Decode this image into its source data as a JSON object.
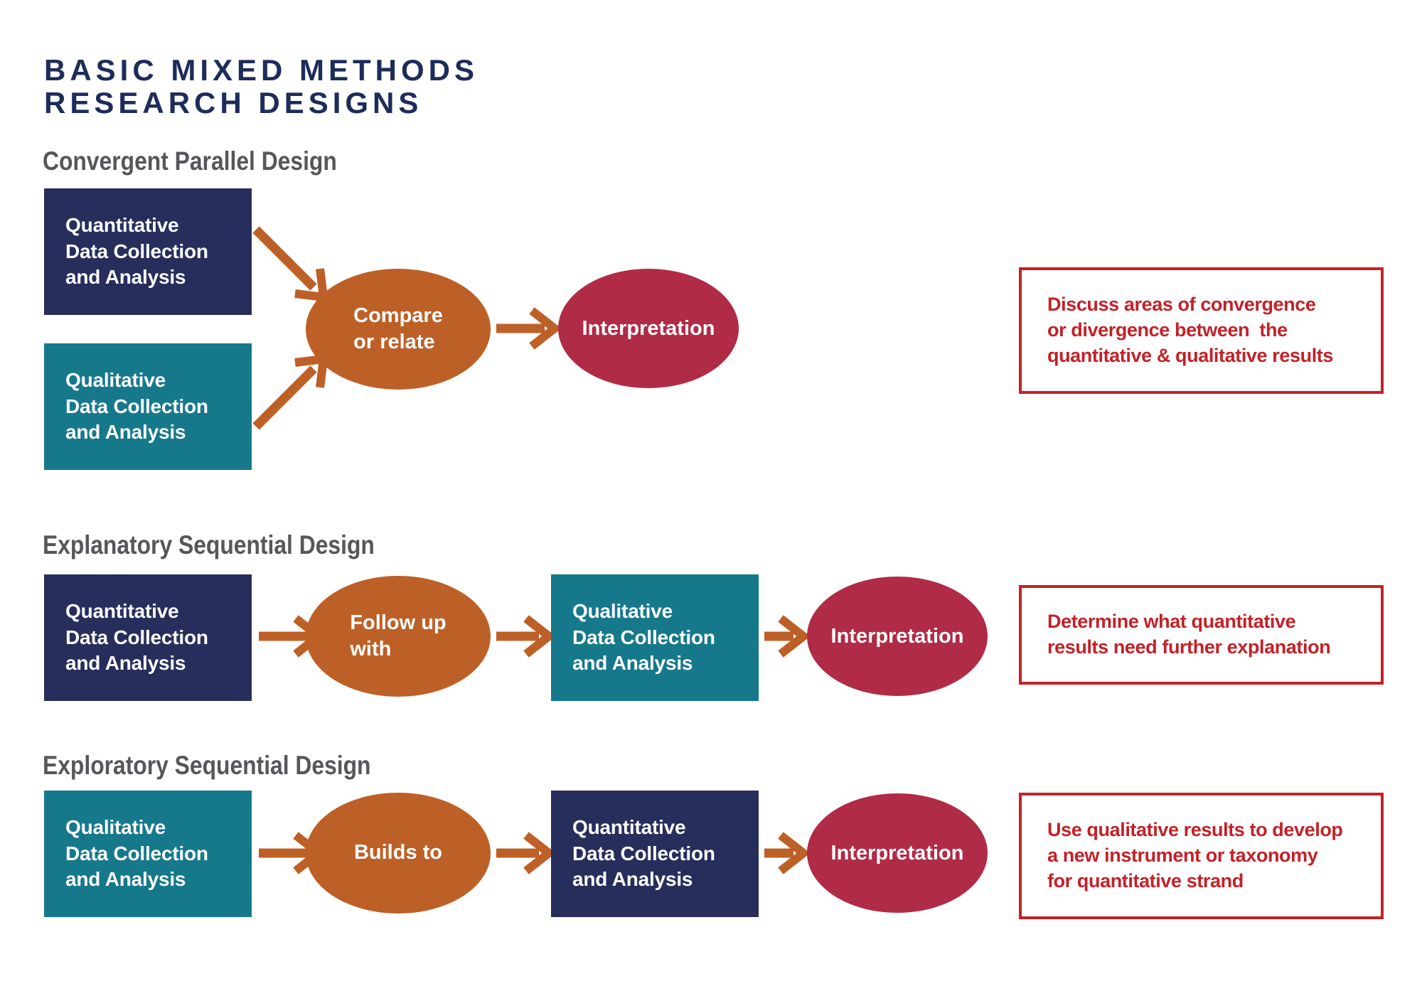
{
  "title": {
    "line1": "BASIC MIXED METHODS",
    "line2": "RESEARCH DESIGNS"
  },
  "colors": {
    "title_navy": "#1e2c5a",
    "heading_gray": "#55575a",
    "navy_box": "#272e5c",
    "teal_box": "#16788b",
    "orange_ellipse": "#bd6027",
    "crimson_ellipse": "#b02b46",
    "note_red": "#c32128",
    "box_text": "#ffffff"
  },
  "sections": [
    {
      "heading": "Convergent Parallel Design",
      "quant_box": {
        "lines": [
          "Quantitative",
          "Data Collection",
          "and Analysis"
        ]
      },
      "qual_box": {
        "lines": [
          "Qualitative",
          "Data Collection",
          "and Analysis"
        ]
      },
      "merge_ellipse": {
        "lines": [
          "Compare",
          "or relate"
        ]
      },
      "interpretation": "Interpretation",
      "note": {
        "lines": [
          "Discuss areas of convergence",
          "or divergence between  the",
          "quantitative & qualitative results"
        ]
      }
    },
    {
      "heading": "Explanatory Sequential Design",
      "first_box": {
        "lines": [
          "Quantitative",
          "Data Collection",
          "and Analysis"
        ]
      },
      "middle_ellipse": {
        "lines": [
          "Follow up",
          "with"
        ]
      },
      "second_box": {
        "lines": [
          "Qualitative",
          "Data Collection",
          "and Analysis"
        ]
      },
      "interpretation": "Interpretation",
      "note": {
        "lines": [
          "Determine what quantitative",
          "results need further explanation"
        ]
      }
    },
    {
      "heading": "Exploratory Sequential Design",
      "first_box": {
        "lines": [
          "Qualitative",
          "Data Collection",
          "and Analysis"
        ]
      },
      "middle_ellipse": {
        "lines": [
          "Builds to"
        ]
      },
      "second_box": {
        "lines": [
          "Quantitative",
          "Data Collection",
          "and Analysis"
        ]
      },
      "interpretation": "Interpretation",
      "note": {
        "lines": [
          "Use qualitative results to develop",
          "a new instrument or taxonomy",
          "for quantitative strand"
        ]
      }
    }
  ]
}
